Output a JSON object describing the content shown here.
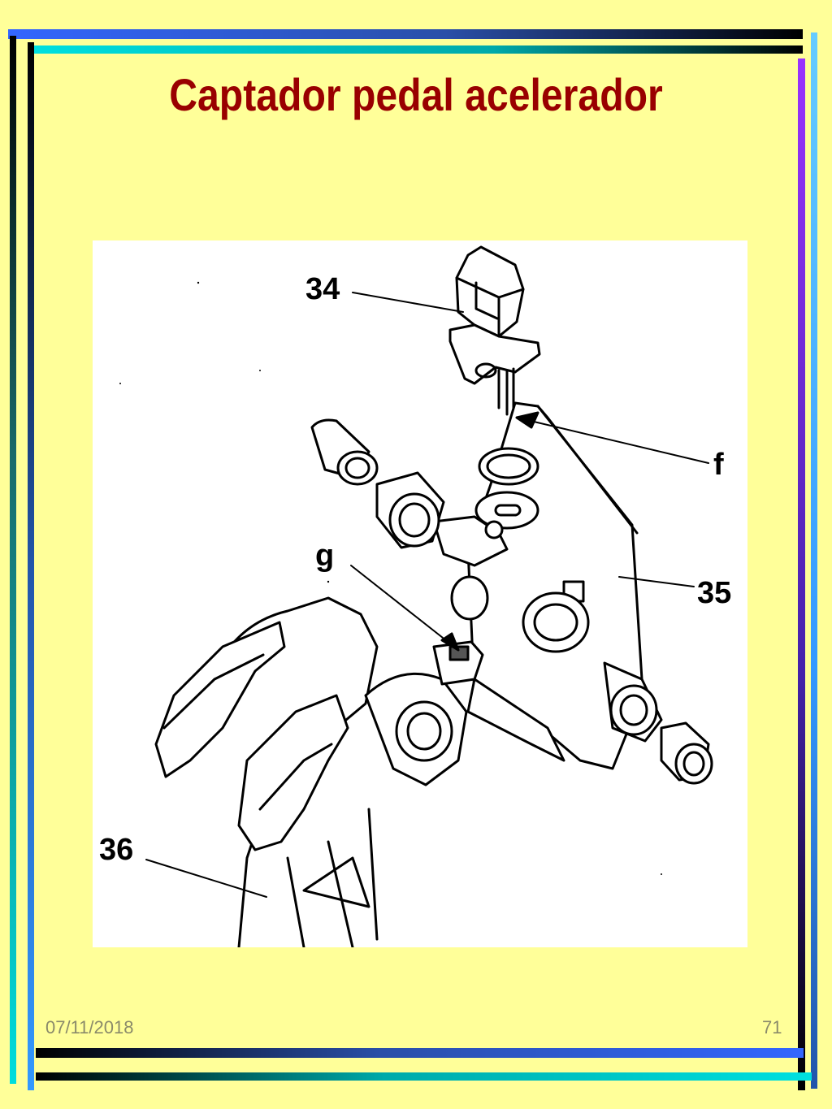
{
  "slide": {
    "title": "Captador pedal acelerador",
    "date": "07/11/2018",
    "page_number": "71"
  },
  "diagram": {
    "callouts": {
      "part_34": "34",
      "part_f": "f",
      "part_35": "35",
      "part_g": "g",
      "part_36": "36"
    }
  },
  "colors": {
    "background": "#ffff99",
    "title": "#990000",
    "frame_dark": "#000000",
    "frame_blue": "#3366cc",
    "frame_cyan": "#00cccc",
    "frame_purple": "#9933ff"
  }
}
